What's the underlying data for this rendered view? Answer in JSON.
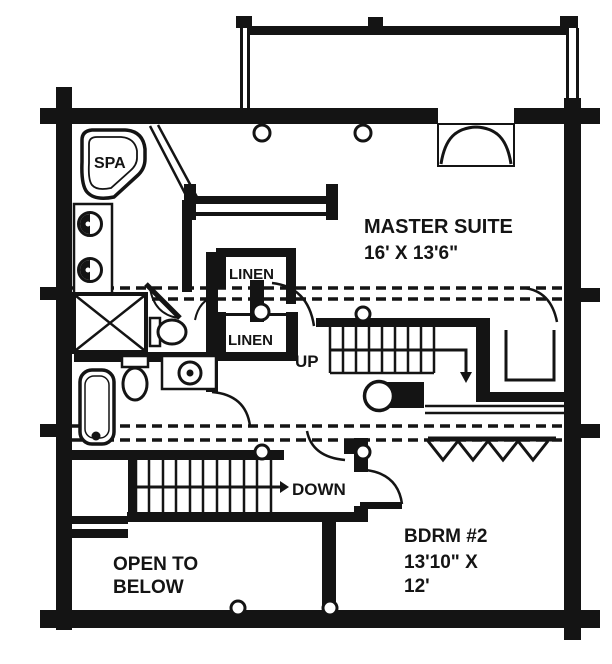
{
  "plan": {
    "type": "floor-plan",
    "colors": {
      "ink": "#141414",
      "paper": "#ffffff"
    },
    "labels": {
      "spa": "SPA",
      "master_suite_name": "MASTER SUITE",
      "master_suite_dims": "16' X 13'6\"",
      "linen_upper": "LINEN",
      "linen_lower": "LINEN",
      "up": "UP",
      "down": "DOWN",
      "open_below_1": "OPEN TO",
      "open_below_2": "BELOW",
      "bdrm2_name": "BDRM #2",
      "bdrm2_dims_1": "13'10\" X",
      "bdrm2_dims_2": "12'"
    }
  }
}
